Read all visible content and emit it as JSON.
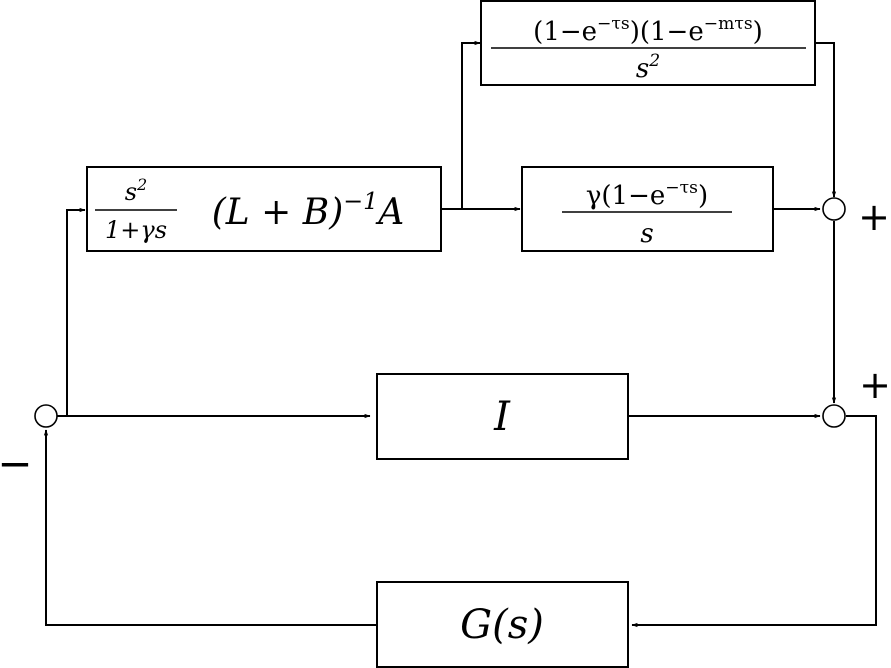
{
  "blocks": {
    "top": {
      "numerator": "(1−e^{−τs})(1−e^{−mτs})",
      "denominator": "s^2"
    },
    "controller": {
      "frac_numerator": "s^2",
      "frac_denominator": "1+γs",
      "tail": "(L + B)^{−1}A"
    },
    "middle": {
      "numerator": "γ(1−e^{−τs})",
      "denominator": "s"
    },
    "identity": {
      "label": "I"
    },
    "plant": {
      "label": "G(s)"
    }
  },
  "signs": {
    "sum_upper_right": "+",
    "sum_lower_top": "+",
    "feedback": "−"
  }
}
